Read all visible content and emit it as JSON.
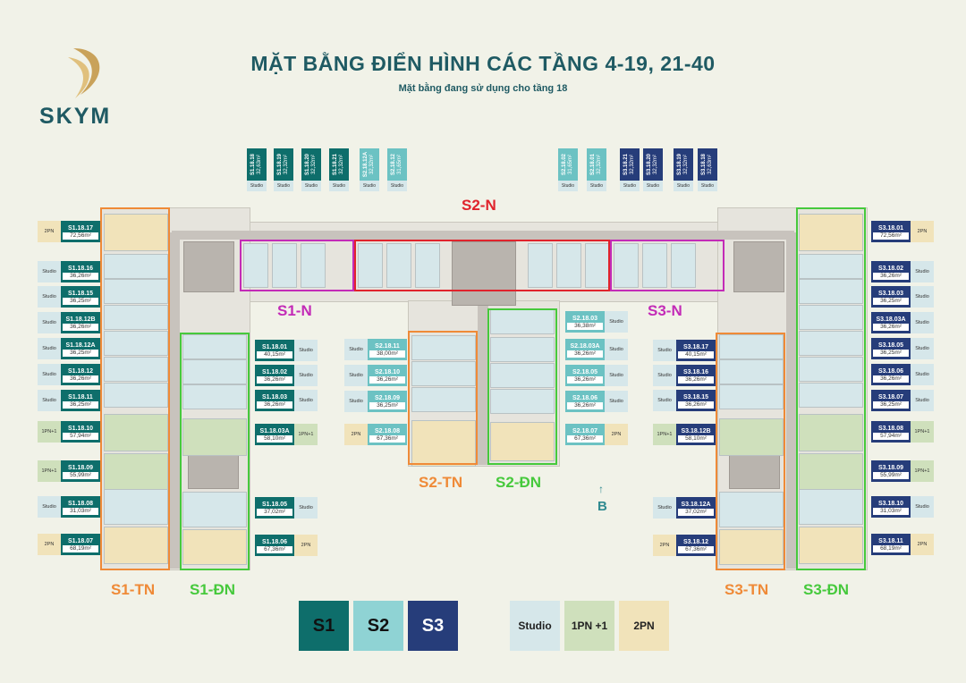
{
  "logo": {
    "text": "SKYM",
    "icon": "gold-swoosh-icon"
  },
  "title": "MẶT BẰNG ĐIỂN HÌNH CÁC TẦNG 4-19, 21-40",
  "subtitle": "Mặt bằng đang sử dụng cho tầng 18",
  "colors": {
    "S1": "#0e6e6b",
    "S2": "#6cc2c3",
    "S3": "#263d7a",
    "studio": "#d6e7ea",
    "p1": "#cfe0bc",
    "p2": "#f1e3ba",
    "orange": "#ef8a37",
    "green": "#46c93c",
    "red": "#e0232c",
    "magenta": "#c32bb7"
  },
  "zones": [
    {
      "name": "S1-TN",
      "color": "#ef8a37"
    },
    {
      "name": "S1-ĐN",
      "color": "#46c93c"
    },
    {
      "name": "S1-N",
      "color": "#c32bb7"
    },
    {
      "name": "S2-N",
      "color": "#e0232c"
    },
    {
      "name": "S3-N",
      "color": "#c32bb7"
    },
    {
      "name": "S2-TN",
      "color": "#ef8a37"
    },
    {
      "name": "S2-ĐN",
      "color": "#46c93c"
    },
    {
      "name": "S3-TN",
      "color": "#ef8a37"
    },
    {
      "name": "S3-ĐN",
      "color": "#46c93c"
    }
  ],
  "units_left_outer": [
    {
      "code": "S1.18.17",
      "area": "72,56m²",
      "type": "2PN"
    },
    {
      "code": "S1.18.16",
      "area": "36,26m²",
      "type": "Studio"
    },
    {
      "code": "S1.18.15",
      "area": "36,25m²",
      "type": "Studio"
    },
    {
      "code": "S1.18.12B",
      "area": "36,26m²",
      "type": "Studio"
    },
    {
      "code": "S1.18.12A",
      "area": "36,25m²",
      "type": "Studio"
    },
    {
      "code": "S1.18.12",
      "area": "36,26m²",
      "type": "Studio"
    },
    {
      "code": "S1.18.11",
      "area": "36,25m²",
      "type": "Studio"
    },
    {
      "code": "S1.18.10",
      "area": "57,94m²",
      "type": "1PN+1"
    },
    {
      "code": "S1.18.09",
      "area": "55,99m²",
      "type": "1PN+1"
    },
    {
      "code": "S1.18.08",
      "area": "31,03m²",
      "type": "Studio"
    },
    {
      "code": "S1.18.07",
      "area": "68,19m²",
      "type": "2PN"
    }
  ],
  "units_left_inner": [
    {
      "code": "S1.18.01",
      "area": "40,15m²",
      "type": "Studio"
    },
    {
      "code": "S1.18.02",
      "area": "36,26m²",
      "type": "Studio"
    },
    {
      "code": "S1.18.03",
      "area": "36,26m²",
      "type": "Studio"
    },
    {
      "code": "S1.18.03A",
      "area": "58,10m²",
      "type": "1PN+1"
    },
    {
      "code": "S1.18.05",
      "area": "37,02m²",
      "type": "Studio"
    },
    {
      "code": "S1.18.06",
      "area": "67,36m²",
      "type": "2PN"
    }
  ],
  "units_s2_left": [
    {
      "code": "S2.18.11",
      "area": "38,00m²",
      "type": "Studio"
    },
    {
      "code": "S2.18.10",
      "area": "36,26m²",
      "type": "Studio"
    },
    {
      "code": "S2.18.09",
      "area": "36,25m²",
      "type": "Studio"
    },
    {
      "code": "S2.18.08",
      "area": "67,36m²",
      "type": "2PN"
    }
  ],
  "units_s2_right": [
    {
      "code": "S2.18.03",
      "area": "36,38m²",
      "type": "Studio"
    },
    {
      "code": "S2.18.03A",
      "area": "36,26m²",
      "type": "Studio"
    },
    {
      "code": "S2.18.05",
      "area": "36,26m²",
      "type": "Studio"
    },
    {
      "code": "S2.18.06",
      "area": "36,26m²",
      "type": "Studio"
    },
    {
      "code": "S2.18.07",
      "area": "67,36m²",
      "type": "2PN"
    }
  ],
  "units_right_inner": [
    {
      "code": "S3.18.17",
      "area": "40,15m²",
      "type": "Studio"
    },
    {
      "code": "S3.18.16",
      "area": "36,26m²",
      "type": "Studio"
    },
    {
      "code": "S3.18.15",
      "area": "36,26m²",
      "type": "Studio"
    },
    {
      "code": "S3.18.12B",
      "area": "58,10m²",
      "type": "1PN+1"
    },
    {
      "code": "S3.18.12A",
      "area": "37,02m²",
      "type": "Studio"
    },
    {
      "code": "S3.18.12",
      "area": "67,36m²",
      "type": "2PN"
    }
  ],
  "units_right_outer": [
    {
      "code": "S3.18.01",
      "area": "72,56m²",
      "type": "2PN"
    },
    {
      "code": "S3.18.02",
      "area": "36,26m²",
      "type": "Studio"
    },
    {
      "code": "S3.18.03",
      "area": "36,25m²",
      "type": "Studio"
    },
    {
      "code": "S3.18.03A",
      "area": "36,26m²",
      "type": "Studio"
    },
    {
      "code": "S3.18.05",
      "area": "36,25m²",
      "type": "Studio"
    },
    {
      "code": "S3.18.06",
      "area": "36,26m²",
      "type": "Studio"
    },
    {
      "code": "S3.18.07",
      "area": "36,25m²",
      "type": "Studio"
    },
    {
      "code": "S3.18.08",
      "area": "57,94m²",
      "type": "1PN+1"
    },
    {
      "code": "S3.18.09",
      "area": "55,99m²",
      "type": "1PN+1"
    },
    {
      "code": "S3.18.10",
      "area": "31,03m²",
      "type": "Studio"
    },
    {
      "code": "S3.18.11",
      "area": "68,19m²",
      "type": "2PN"
    }
  ],
  "units_top_left": [
    {
      "code": "S1.18.18",
      "area": "32,63m²",
      "type": "Studio"
    },
    {
      "code": "S1.18.19",
      "area": "32,32m²",
      "type": "Studio"
    },
    {
      "code": "S1.18.20",
      "area": "32,32m²",
      "type": "Studio"
    },
    {
      "code": "S1.18.21",
      "area": "32,32m²",
      "type": "Studio"
    },
    {
      "code": "S2.18.12A",
      "area": "32,32m²",
      "type": "Studio"
    },
    {
      "code": "S2.18.12",
      "area": "31,65m²",
      "type": "Studio"
    }
  ],
  "units_top_right": [
    {
      "code": "S2.18.02",
      "area": "31,65m²",
      "type": "Studio"
    },
    {
      "code": "S2.18.01",
      "area": "32,32m²",
      "type": "Studio"
    },
    {
      "code": "S3.18.21",
      "area": "32,32m²",
      "type": "Studio"
    },
    {
      "code": "S3.18.20",
      "area": "32,32m²",
      "type": "Studio"
    },
    {
      "code": "S3.18.19",
      "area": "32,32m²",
      "type": "Studio"
    },
    {
      "code": "S3.18.18",
      "area": "32,63m²",
      "type": "Studio"
    }
  ],
  "direction": {
    "arrow": "↑",
    "label": "B"
  },
  "legend": {
    "towers": [
      "S1",
      "S2",
      "S3"
    ],
    "types": [
      "Studio",
      "1PN +1",
      "2PN"
    ]
  }
}
